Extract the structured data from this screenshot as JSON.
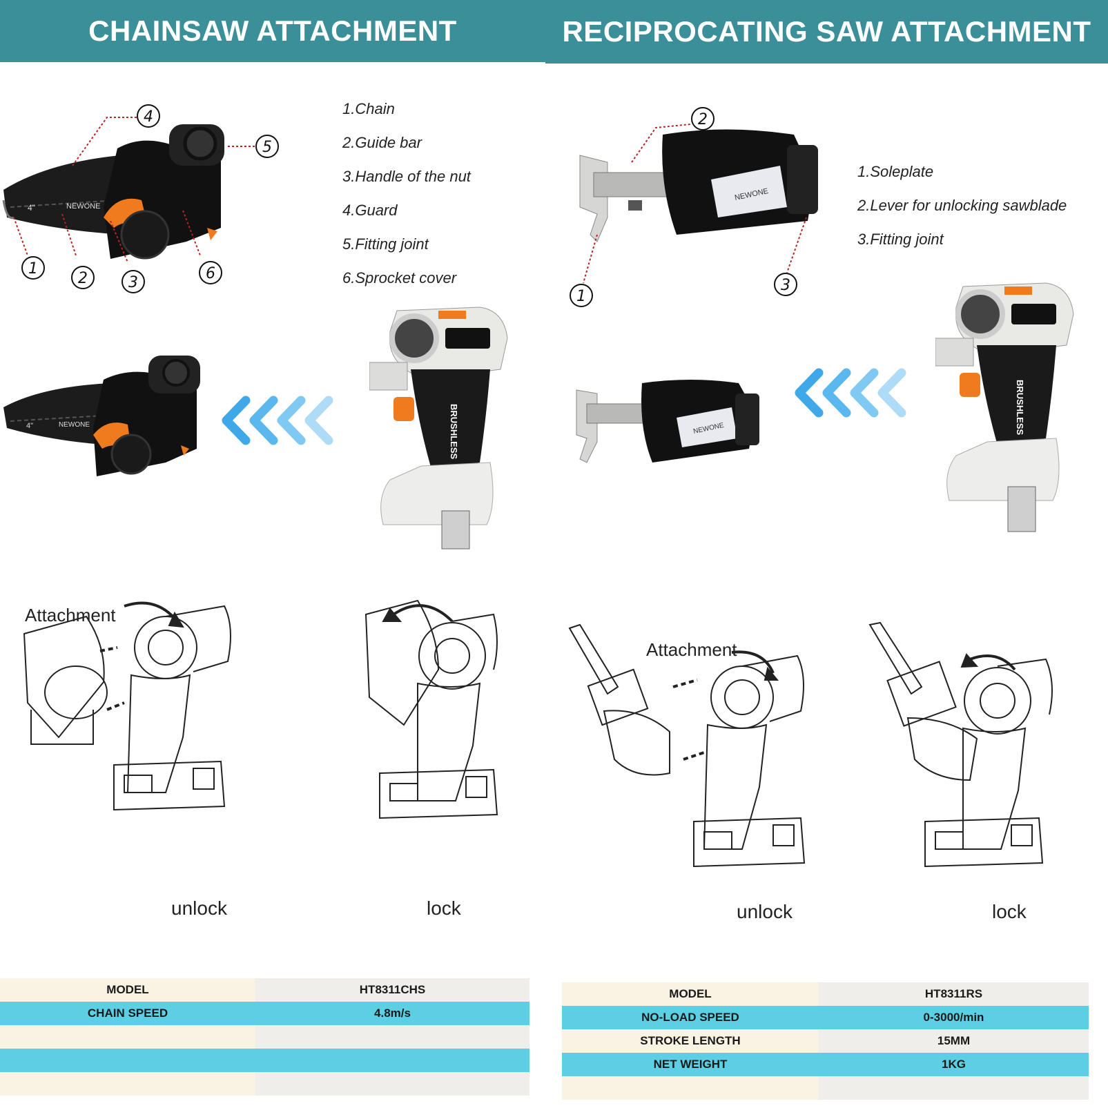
{
  "colors": {
    "header": "#3a8f98",
    "row_blue": "#5dcfe4",
    "row_cream": "#f8f3e3",
    "row_grey": "#efeeea",
    "arrow_blue": "#3fa8e8",
    "accent_orange": "#f07a1e"
  },
  "chainsaw": {
    "title": "CHAINSAW ATTACHMENT",
    "parts": [
      "1.Chain",
      "2.Guide bar",
      "3.Handle of the nut",
      "4.Guard",
      "5.Fitting joint",
      "6.Sprocket cover"
    ],
    "callouts": [
      "1",
      "2",
      "3",
      "4",
      "5",
      "6"
    ],
    "blade_size": "4\"",
    "brand_mark": "NEWONE",
    "tool_label": "BRUSHLESS",
    "attachment_label": "Attachment",
    "unlock_label": "unlock",
    "lock_label": "lock",
    "spec_rows": [
      {
        "label": "MODEL",
        "value": "HT8311CHS"
      },
      {
        "label": "CHAIN SPEED",
        "value": "4.8m/s"
      },
      {
        "label": "",
        "value": ""
      },
      {
        "label": "",
        "value": ""
      },
      {
        "label": "",
        "value": ""
      }
    ]
  },
  "reciprocating": {
    "title": "RECIPROCATING SAW ATTACHMENT",
    "parts": [
      "1.Soleplate",
      "2.Lever for unlocking sawblade",
      "3.Fitting joint"
    ],
    "callouts": [
      "1",
      "2",
      "3"
    ],
    "brand_mark": "NEWONE",
    "tool_label": "BRUSHLESS",
    "attachment_label": "Attachment",
    "unlock_label": "unlock",
    "lock_label": "lock",
    "spec_rows": [
      {
        "label": "MODEL",
        "value": "HT8311RS"
      },
      {
        "label": "NO-LOAD SPEED",
        "value": "0-3000/min"
      },
      {
        "label": "STROKE LENGTH",
        "value": "15MM"
      },
      {
        "label": "NET WEIGHT",
        "value": "1KG"
      },
      {
        "label": "",
        "value": ""
      }
    ]
  }
}
